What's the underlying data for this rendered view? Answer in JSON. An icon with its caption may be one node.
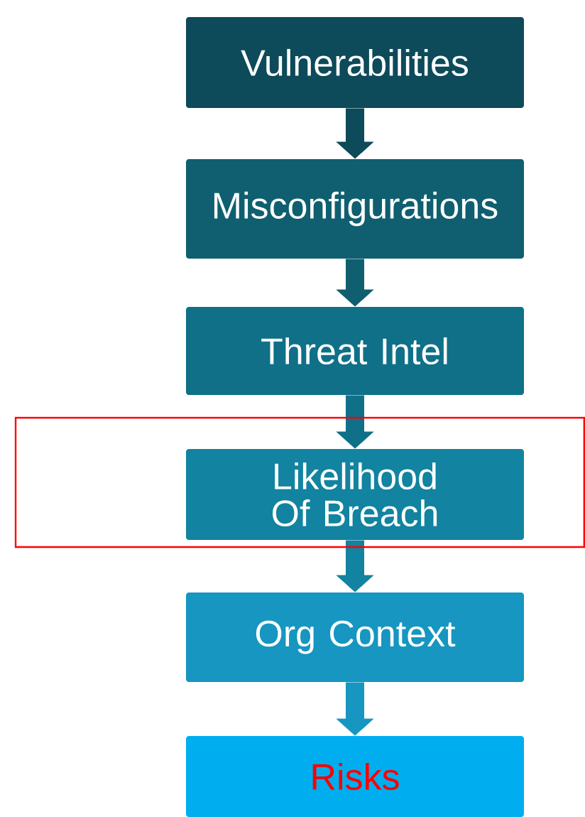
{
  "diagram": {
    "nodes": [
      {
        "text": [
          "Vulnerabilities"
        ]
      },
      {
        "text": [
          "Misconfigurations"
        ]
      },
      {
        "text": [
          "Threat Intel"
        ]
      },
      {
        "text": [
          "Likelihood Of Breach"
        ]
      },
      {
        "text": [
          "Org Context"
        ]
      },
      {
        "text": [
          "Risks"
        ]
      }
    ],
    "edges": [
      {
        "from": 0,
        "to": 1,
        "arrow": "to",
        "color": "#0d4a5a"
      },
      {
        "from": 1,
        "to": 2,
        "arrow": "to",
        "color": "#0f5f70"
      },
      {
        "from": 2,
        "to": 3,
        "arrow": "to",
        "color": "#0f7088"
      },
      {
        "from": 3,
        "to": 4,
        "arrow": "to",
        "color": "#1283a0"
      },
      {
        "from": 4,
        "to": 5,
        "arrow": "to",
        "color": "#1696c0"
      }
    ]
  }
}
